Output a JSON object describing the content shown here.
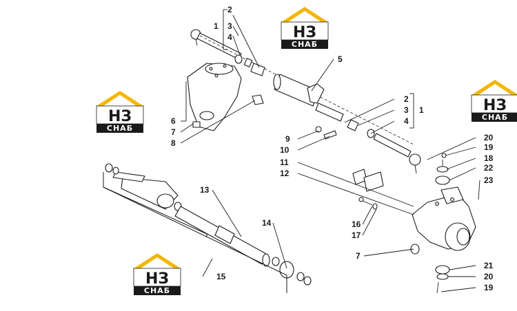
{
  "watermark": {
    "letters": "НЗ",
    "word": "СНАБ",
    "colors": {
      "roof": "#f2b705",
      "text_dark": "#1a1a1a",
      "band": "#1a1a1a"
    }
  },
  "callouts": {
    "n1": "1",
    "n2": "2",
    "n3": "3",
    "n4": "4",
    "n5": "5",
    "n6": "6",
    "n7": "7",
    "n8": "8",
    "n9": "9",
    "n10": "10",
    "n11": "11",
    "n12": "12",
    "r2": "2",
    "r3": "3",
    "r4": "4",
    "r1": "1",
    "n13": "13",
    "n14": "14",
    "n15": "15",
    "n16": "16",
    "n17": "17",
    "n7b": "7",
    "n20a": "20",
    "n19a": "19",
    "n18": "18",
    "n22": "22",
    "n23": "23",
    "n21": "21",
    "n20b": "20",
    "n19b": "19"
  }
}
